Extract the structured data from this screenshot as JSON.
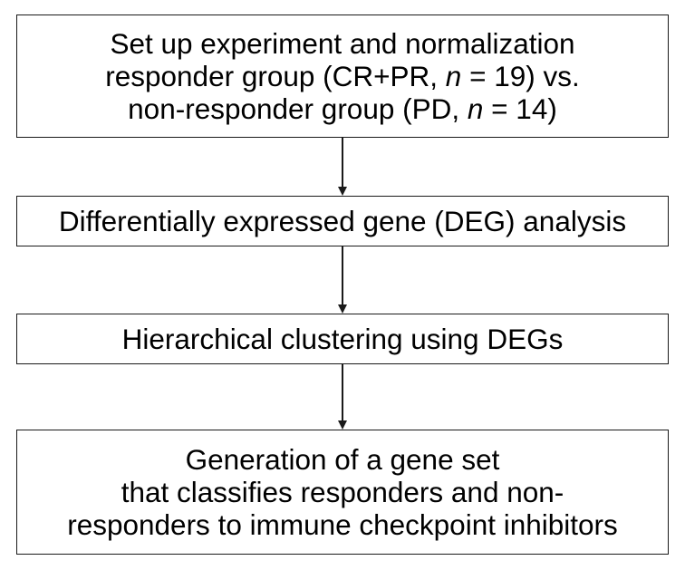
{
  "flowchart": {
    "step1": {
      "line1": "Set up experiment and normalization",
      "line2_pre": "responder group (CR+PR, ",
      "line2_n": "n",
      "line2_post": " = 19) vs.",
      "line3_pre": "non-responder group (PD, ",
      "line3_n": "n",
      "line3_post": " = 14)"
    },
    "step2": {
      "text": "Differentially expressed gene (DEG) analysis"
    },
    "step3": {
      "text": "Hierarchical clustering using DEGs"
    },
    "step4": {
      "line1": "Generation of a gene set",
      "line2": "that classifies responders and non-",
      "line3": "responders to immune checkpoint inhibitors"
    }
  },
  "colors": {
    "box_border": "#1a1a1a",
    "arrow": "#1a1a1a",
    "text": "#000000",
    "background": "#ffffff"
  }
}
